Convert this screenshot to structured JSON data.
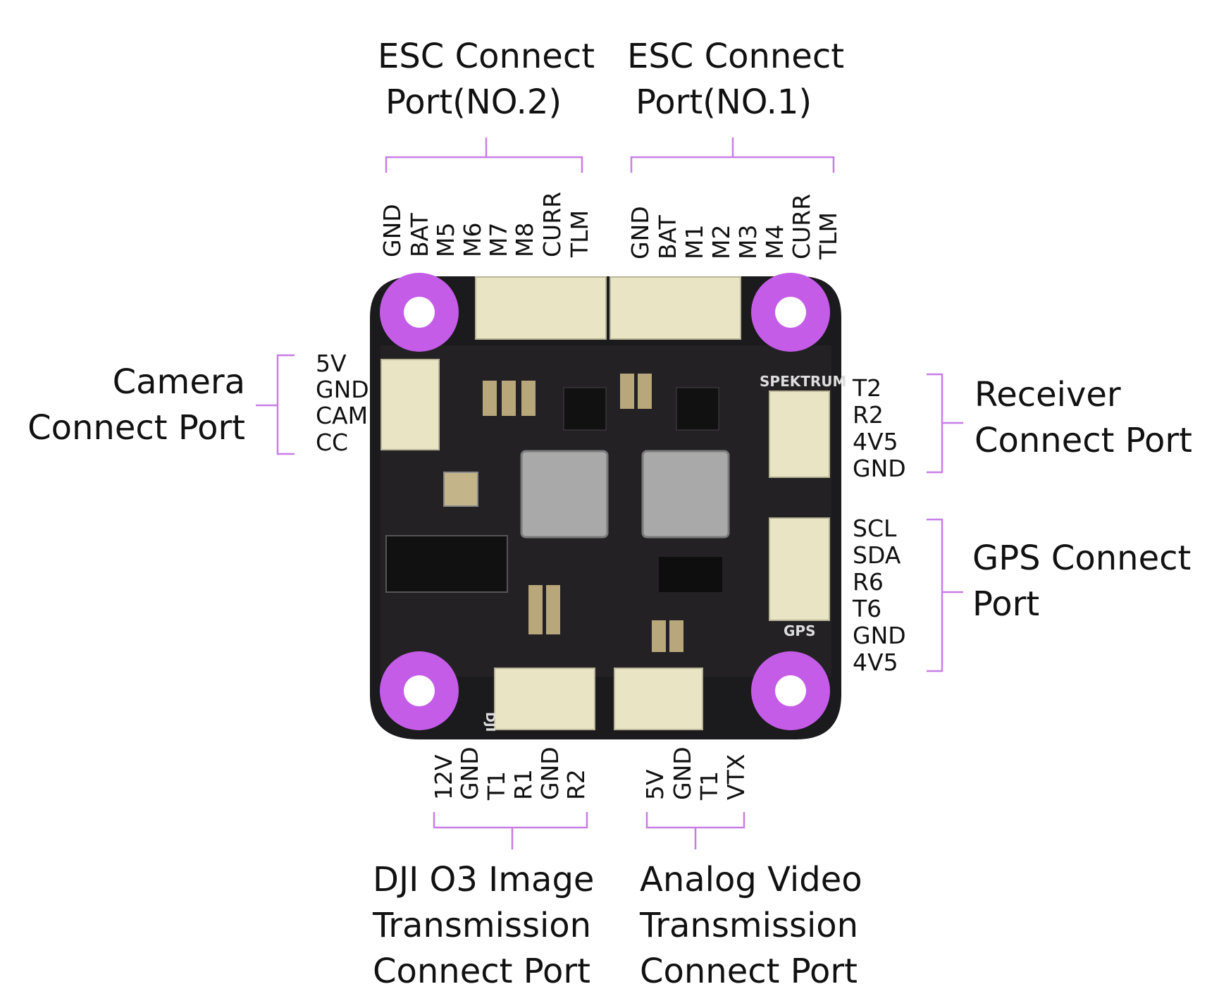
{
  "colors": {
    "accent": "#c45ce8",
    "bracket": "#c77ee6",
    "board": "#1b1a1c",
    "connector": "#e8e4c4"
  },
  "esc2": {
    "title": [
      "ESC Connect",
      "Port(NO.2)"
    ],
    "pins": [
      "GND",
      "BAT",
      "M5",
      "M6",
      "M7",
      "M8",
      "CURR",
      "TLM"
    ]
  },
  "esc1": {
    "title": [
      "ESC Connect",
      "Port(NO.1)"
    ],
    "pins": [
      "GND",
      "BAT",
      "M1",
      "M2",
      "M3",
      "M4",
      "CURR",
      "TLM"
    ]
  },
  "camera": {
    "title": [
      "Camera",
      "Connect Port"
    ],
    "pins": [
      "5V",
      "GND",
      "CAM",
      "CC"
    ]
  },
  "receiver": {
    "title": [
      "Receiver",
      "Connect Port"
    ],
    "pins": [
      "T2",
      "R2",
      "4V5",
      "GND"
    ]
  },
  "gps": {
    "title": [
      "GPS Connect",
      "Port"
    ],
    "pins": [
      "SCL",
      "SDA",
      "R6",
      "T6",
      "GND",
      "4V5"
    ]
  },
  "dji": {
    "title": [
      "DJI O3 Image",
      "Transmission",
      "Connect Port"
    ],
    "pins": [
      "12V",
      "GND",
      "T1",
      "R1",
      "GND",
      "R2"
    ]
  },
  "analog": {
    "title": [
      "Analog Video",
      "Transmission",
      "Connect Port"
    ],
    "pins": [
      "5V",
      "GND",
      "T1",
      "VTX"
    ]
  },
  "silkscreen": {
    "spektrum": "SPEKTRUM",
    "gps": "GPS",
    "dji": "DJI"
  }
}
